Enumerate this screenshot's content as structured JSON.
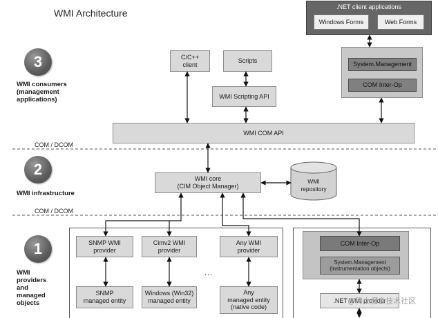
{
  "title": "WMI Architecture",
  "levels": {
    "consumers": {
      "number": "3",
      "label_lines": [
        "WMI consumers",
        "(management",
        "applications)"
      ]
    },
    "infrastructure": {
      "number": "2",
      "label_lines": [
        "WMI infrastructure"
      ]
    },
    "providers": {
      "number": "1",
      "label_lines": [
        "WMI",
        "providers",
        "and",
        "managed",
        "objects"
      ]
    }
  },
  "boundaries": {
    "upper": "COM / DCOM",
    "lower": "COM / DCOM"
  },
  "consumers": {
    "net_client": {
      "title": ".NET client applications",
      "windows_forms": "Windows Forms",
      "web_forms": "Web Forms"
    },
    "managed_stack": {
      "system_management": "System.Management",
      "com_interop": "COM Inter-Op"
    },
    "cpp_client": [
      "C/C++",
      "client"
    ],
    "scripts": "Scripts",
    "scripting_api": "WMI Scripting API",
    "com_api": "WMI COM API"
  },
  "infrastructure": {
    "core": [
      "WMI core",
      "(CIM Object Manager)"
    ],
    "repository": [
      "WMI",
      "repository"
    ]
  },
  "providers": {
    "snmp_provider": [
      "SNMP WMI",
      "provider"
    ],
    "cimv2_provider": [
      "Cimv2 WMI",
      "provider"
    ],
    "any_provider": [
      "Any WMI",
      "provider"
    ],
    "snmp_entity": [
      "SNMP",
      "managed entity"
    ],
    "windows_entity": [
      "Windows (Win32)",
      "managed entity"
    ],
    "any_entity": [
      "Any",
      "managed entity",
      "(native code)"
    ],
    "more": "...",
    "dotnet": {
      "com_interop": "COM Inter-Op",
      "system_management": [
        "System.Management",
        "(instrumentation objects)"
      ],
      "wmi_provider": ".NET WMI provider"
    }
  },
  "watermark": "@稀土掘金技术社区",
  "colors": {
    "box_fill": "#d9d9d9",
    "box_border": "#8c8c8c",
    "dark_box_fill": "#808080",
    "net_panel_fill": "#666666",
    "level_circle_fill": "#5a5a5a",
    "line": "#111111"
  }
}
